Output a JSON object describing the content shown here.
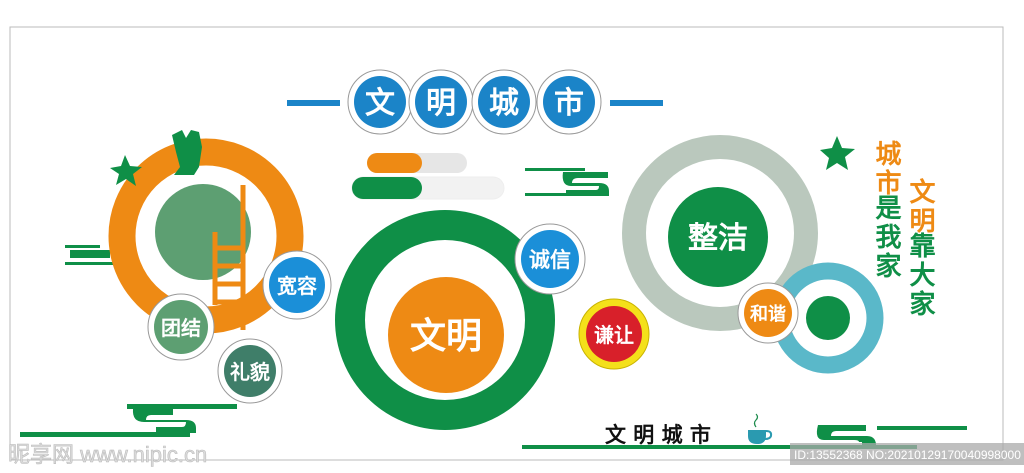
{
  "title": {
    "chars": [
      "文",
      "明",
      "城",
      "市"
    ]
  },
  "colors": {
    "green": "#0f8f47",
    "orange": "#ee8a14",
    "blue": "#1b84c8",
    "sage": "#5d9f72",
    "teal": "#5ab8c9",
    "gray_ring": "#bac8bd",
    "red": "#d8202a",
    "yellow": "#f4e01a"
  },
  "bubbles": {
    "tuanjie": "团结",
    "limao": "礼貌",
    "kuanrong": "宽容",
    "wenming": "文明",
    "chengxin": "诚信",
    "qianrang": "谦让",
    "zhengjie": "整洁",
    "hexie": "和谐"
  },
  "slogan": {
    "col1_orange": "城市",
    "col1_green": "是我家",
    "col2_orange": "文明",
    "col2_green": "靠大家"
  },
  "footer": {
    "text": "文 明 城 市",
    "icon": "coffee-cup-icon"
  },
  "watermark": {
    "logo": "昵享网 www.nipic.cn",
    "id": "ID:13552368 NO:20210129170040998000"
  }
}
